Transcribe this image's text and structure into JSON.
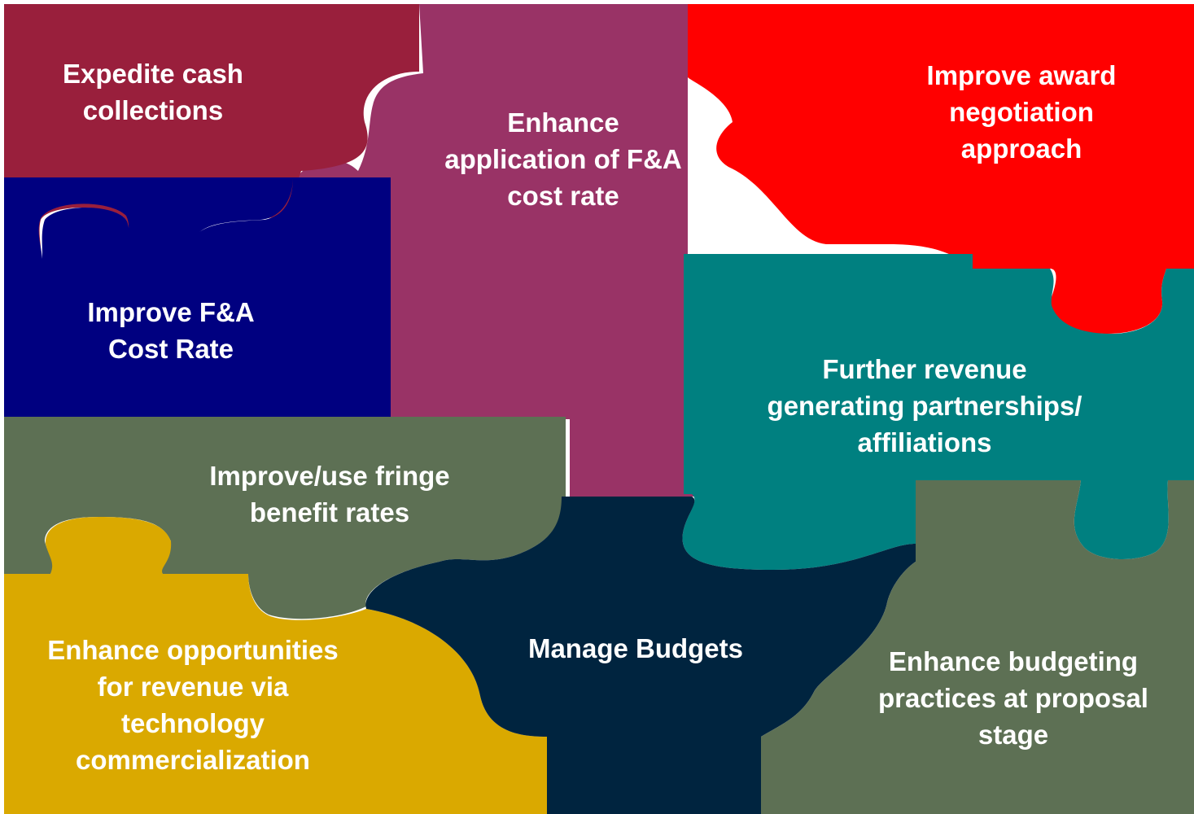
{
  "colors": {
    "crimson": "#991F3C",
    "plum": "#993366",
    "red": "#FF0000",
    "navy": "#000080",
    "teal": "#008080",
    "olive_gray": "#5D7054",
    "gold": "#DAA900",
    "dark_navy": "#00243F",
    "label_text": "#FFFFFF"
  },
  "pieces": {
    "expedite_cash": {
      "lines": [
        "Expedite cash",
        "collections"
      ]
    },
    "enhance_fa_application": {
      "lines": [
        "Enhance",
        "application of F&A",
        "cost rate"
      ]
    },
    "improve_award": {
      "lines": [
        "Improve award",
        "negotiation",
        "approach"
      ]
    },
    "improve_fa_rate": {
      "lines": [
        "Improve F&A",
        "Cost Rate"
      ]
    },
    "further_revenue": {
      "lines": [
        "Further revenue",
        "generating partnerships/",
        "affiliations"
      ]
    },
    "fringe_benefit": {
      "lines": [
        "Improve/use fringe",
        "benefit rates"
      ]
    },
    "tech_commercialization": {
      "lines": [
        "Enhance opportunities",
        "for revenue via",
        "technology",
        "commercialization"
      ]
    },
    "manage_budgets": {
      "lines": [
        "Manage Budgets"
      ]
    },
    "budgeting_practices": {
      "lines": [
        "Enhance budgeting",
        "practices at proposal",
        "stage"
      ]
    }
  }
}
